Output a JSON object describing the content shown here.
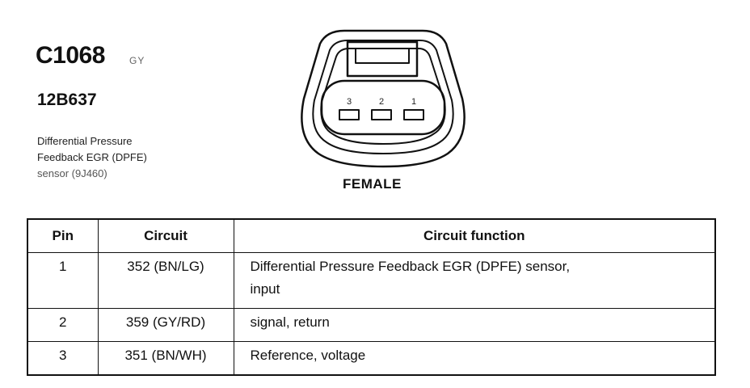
{
  "header": {
    "connector_id": "C1068",
    "color_code": "GY",
    "part_number": "12B637",
    "description_lines": [
      "Differential Pressure",
      "Feedback EGR (DPFE)",
      "sensor (9J460)"
    ]
  },
  "connector": {
    "gender": "FEMALE",
    "pin_labels": [
      "3",
      "2",
      "1"
    ]
  },
  "table": {
    "headers": [
      "Pin",
      "Circuit",
      "Circuit function"
    ],
    "rows": [
      {
        "pin": "1",
        "circuit": "352 (BN/LG)",
        "function_lines": [
          "Differential Pressure Feedback EGR (DPFE) sensor,",
          "input"
        ]
      },
      {
        "pin": "2",
        "circuit": "359 (GY/RD)",
        "function_lines": [
          "signal, return"
        ]
      },
      {
        "pin": "3",
        "circuit": "351 (BN/WH)",
        "function_lines": [
          "Reference, voltage"
        ]
      }
    ]
  }
}
